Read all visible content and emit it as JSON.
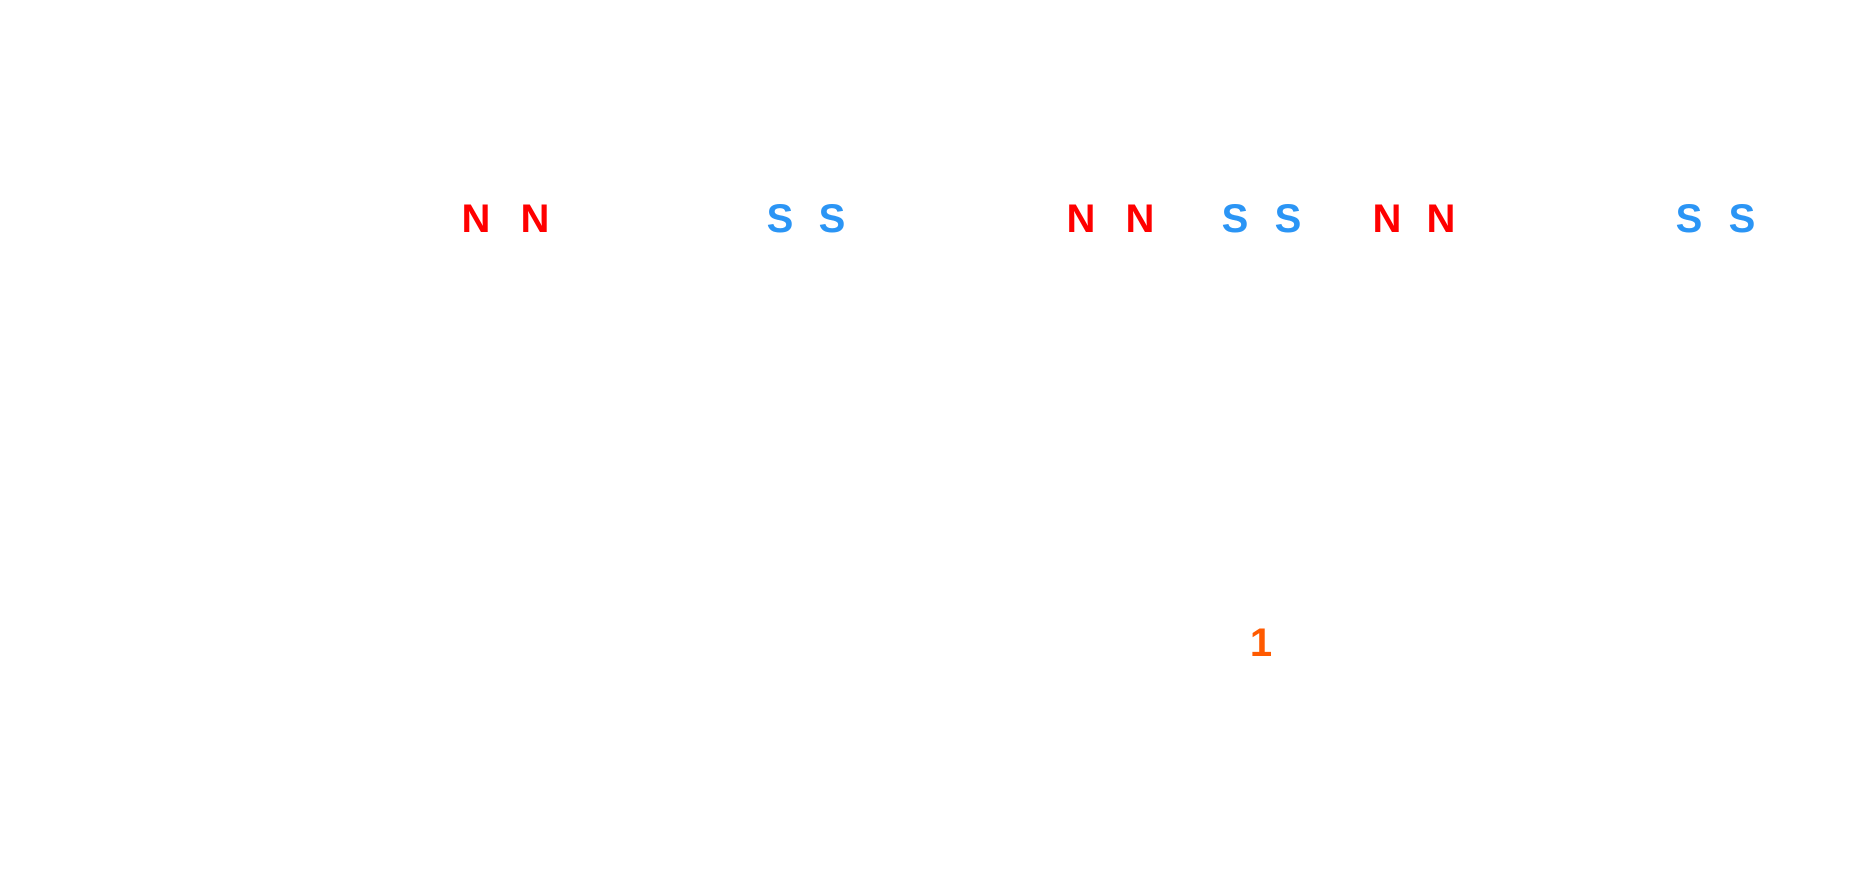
{
  "colors": {
    "north": "#ff0000",
    "south": "#2b95f5",
    "label": "#ff5a00",
    "background": "#ffffff"
  },
  "magnets": [
    {
      "left_pole": "N",
      "right_pole": "N"
    },
    {
      "left_pole": "S",
      "right_pole": "S"
    },
    {
      "left_pole": "N",
      "right_pole": "N"
    },
    {
      "left_pole": "S",
      "right_pole": "S"
    },
    {
      "left_pole": "N",
      "right_pole": "N"
    },
    {
      "left_pole": "S",
      "right_pole": "S"
    }
  ],
  "marker_label": "1"
}
